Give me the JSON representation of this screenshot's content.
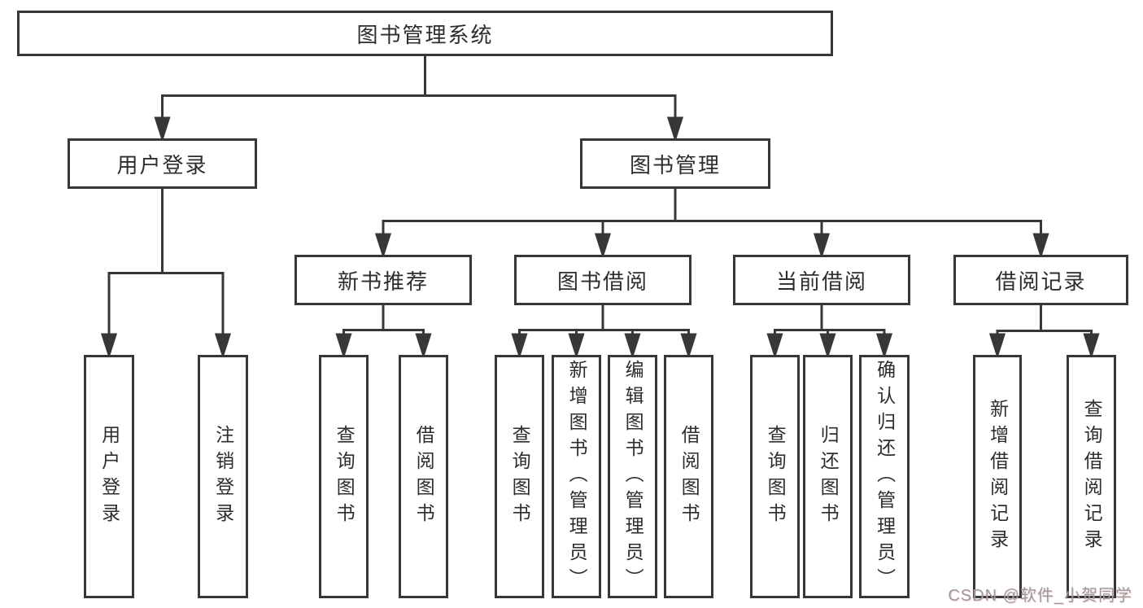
{
  "diagram_title": "图书管理系统",
  "watermark": "CSDN @软件_小贺同学",
  "colors": {
    "line": "#373737",
    "text": "#2d2d2d",
    "background": "#ffffff",
    "watermark": "#9b9b9b"
  },
  "nodes": {
    "root": "图书管理系统",
    "user_login": "用户登录",
    "book_management": "图书管理",
    "new_book_recommend": "新书推荐",
    "book_borrowing": "图书借阅",
    "current_borrowing": "当前借阅",
    "borrowing_records": "借阅记录",
    "leaf_user_login": "用户登录",
    "leaf_logout": "注销登录",
    "leaf_rec_query_books": "查询图书",
    "leaf_rec_borrow_books": "借阅图书",
    "leaf_bb_query_books": "查询图书",
    "leaf_bb_add_books": "新增图书（管理员）",
    "leaf_bb_edit_books": "编辑图书（管理员）",
    "leaf_bb_borrow_books": "借阅图书",
    "leaf_cb_query_books": "查询图书",
    "leaf_cb_return_books": "归还图书",
    "leaf_cb_confirm_return": "确认归还（管理员）",
    "leaf_br_add_record": "新增借阅记录",
    "leaf_br_query_record": "查询借阅记录"
  },
  "hierarchy": [
    {
      "parent": "图书管理系统",
      "children": [
        "用户登录",
        "图书管理"
      ]
    },
    {
      "parent": "用户登录",
      "children": [
        "用户登录",
        "注销登录"
      ]
    },
    {
      "parent": "图书管理",
      "children": [
        "新书推荐",
        "图书借阅",
        "当前借阅",
        "借阅记录"
      ]
    },
    {
      "parent": "新书推荐",
      "children": [
        "查询图书",
        "借阅图书"
      ]
    },
    {
      "parent": "图书借阅",
      "children": [
        "查询图书",
        "新增图书（管理员）",
        "编辑图书（管理员）",
        "借阅图书"
      ]
    },
    {
      "parent": "当前借阅",
      "children": [
        "查询图书",
        "归还图书",
        "确认归还（管理员）"
      ]
    },
    {
      "parent": "借阅记录",
      "children": [
        "新增借阅记录",
        "查询借阅记录"
      ]
    }
  ]
}
